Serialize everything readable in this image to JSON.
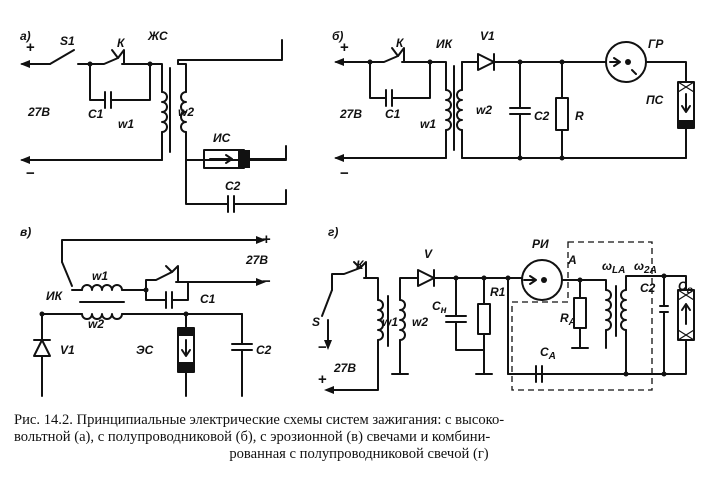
{
  "panels": {
    "a": {
      "tag": "а)",
      "switch": "S1",
      "breaker": "К",
      "coil": "ЖС",
      "cap1": "С1",
      "w1": "w1",
      "w2": "w2",
      "voltage": "27В",
      "plus": "+",
      "minus": "−",
      "plug": "ИС",
      "cap2": "С2"
    },
    "b": {
      "tag": "б)",
      "breaker": "К",
      "coil": "ИК",
      "diode": "V1",
      "gap": "ГР",
      "voltage": "27В",
      "cap1": "С1",
      "w1": "w1",
      "w2": "w2",
      "cap2": "С2",
      "resistor": "R",
      "plug": "ПС",
      "plus": "+",
      "minus": "−"
    },
    "v": {
      "tag": "в)",
      "voltage": "27В",
      "plus": "+",
      "minus": "−",
      "w1": "w1",
      "w2": "w2",
      "coil": "ИК",
      "cap1": "С1",
      "diode": "V1",
      "plug": "ЭС",
      "cap2": "С2"
    },
    "g": {
      "tag": "г)",
      "breaker": "К",
      "diode": "V",
      "gap": "РИ",
      "node": "А",
      "wLA": "ω",
      "wLA_sub": "LA",
      "w2A": "ω",
      "w2A_sub": "2A",
      "cap2": "С2",
      "plugcap": "С",
      "plugcap_sub": "в",
      "switch": "S",
      "w1": "w1",
      "w2": "w2",
      "cn": "С",
      "cn_sub": "н",
      "r1": "R1",
      "ra": "R",
      "ra_sub": "A",
      "ca": "С",
      "ca_sub": "A",
      "voltage": "27В",
      "plus": "+",
      "minus": "−"
    }
  },
  "caption": {
    "line1": "Рис. 14.2. Принципиальные электрические схемы систем зажигания: с высоко-",
    "line2": "вольтной (а), с полупроводниковой (б), с эрозионной (в) свечами и комбини-",
    "line3": "рованная с полупроводниковой свечой (г)"
  }
}
